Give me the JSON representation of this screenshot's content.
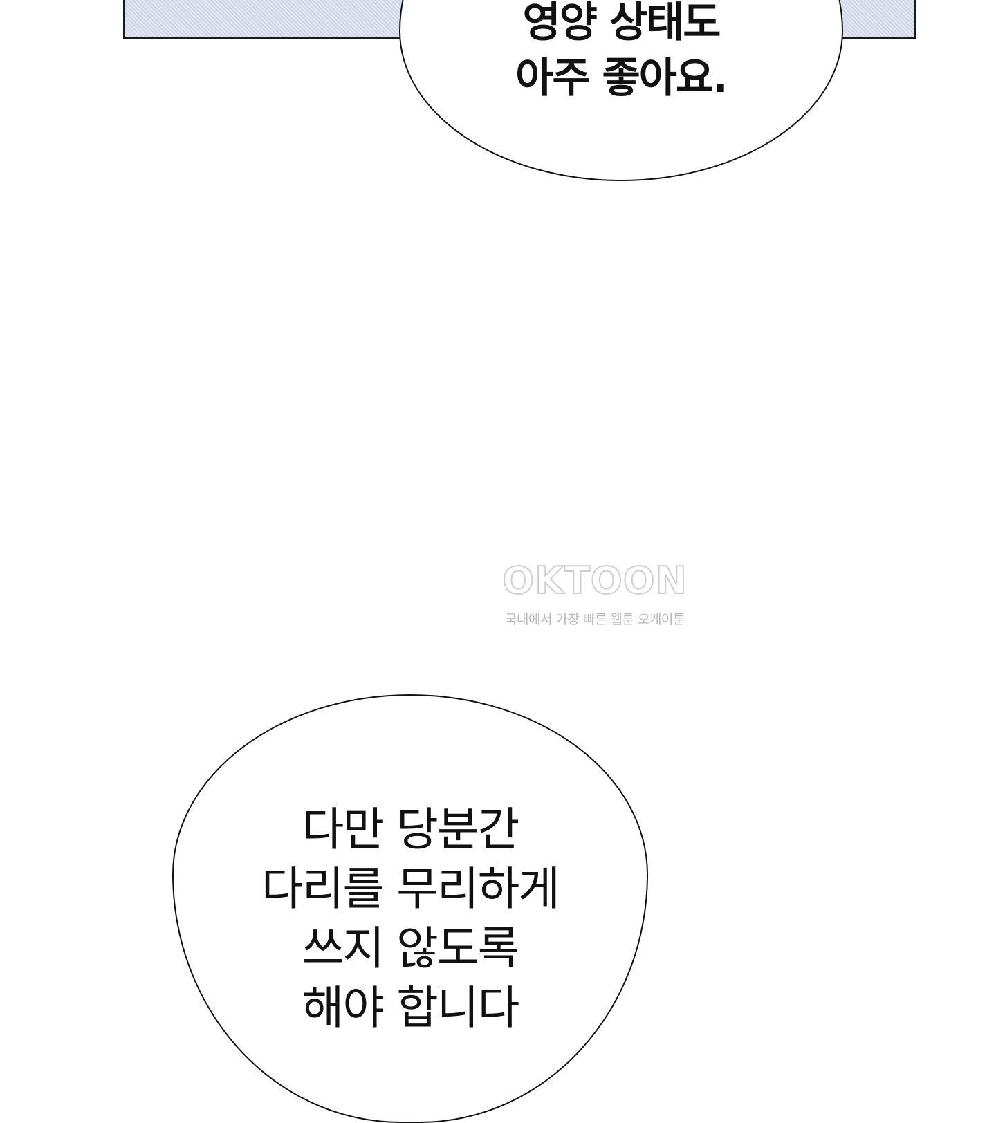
{
  "top_bubble": {
    "lines": [
      "영양 상태도",
      "아주 좋아요."
    ]
  },
  "watermark": {
    "logo": "OKTOON",
    "tagline": "국내에서 가장 빠른 웹툰 오케이툰"
  },
  "bottom_bubble": {
    "lines": [
      "다만 당분간",
      "다리를 무리하게",
      "쓰지 않도록",
      "해야 합니다"
    ]
  }
}
